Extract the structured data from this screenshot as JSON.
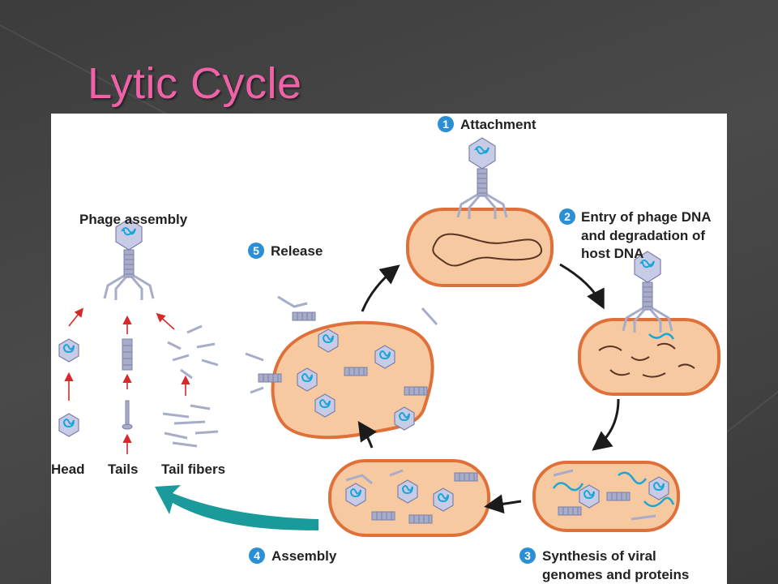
{
  "slide": {
    "title": "Lytic Cycle"
  },
  "steps": [
    {
      "number": "1",
      "label_lines": [
        "Attachment"
      ]
    },
    {
      "number": "2",
      "label_lines": [
        "Entry of phage DNA",
        "and degradation of",
        "host DNA"
      ]
    },
    {
      "number": "3",
      "label_lines": [
        "Synthesis of viral",
        "genomes and proteins"
      ]
    },
    {
      "number": "4",
      "label_lines": [
        "Assembly"
      ]
    },
    {
      "number": "5",
      "label_lines": [
        "Release"
      ]
    }
  ],
  "assembly_panel": {
    "title": "Phage assembly",
    "parts": [
      "Head",
      "Tails",
      "Tail fibers"
    ]
  },
  "colors": {
    "title": "#f062a8",
    "cell_fill": "#f6c9a0",
    "cell_border": "#e0703a",
    "step_badge": "#2b8fd6",
    "teal_arrow": "#1a9a9a",
    "red_arrow": "#d42a2a",
    "dna": "#1aa6d8"
  }
}
